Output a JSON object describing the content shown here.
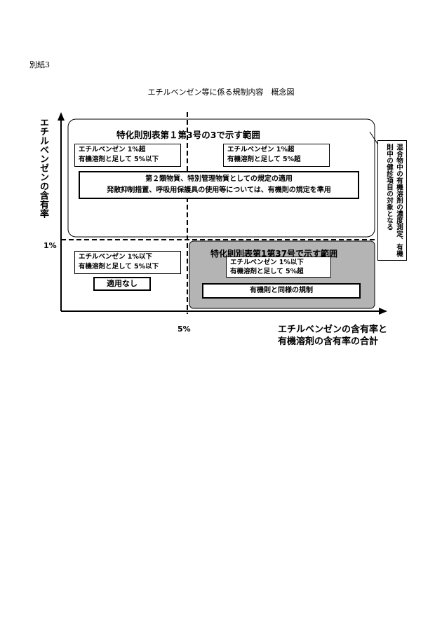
{
  "page": {
    "corner_label": "別紙3",
    "title": "エチルベンゼン等に係る規制内容　概念図"
  },
  "axes": {
    "y_label": "エチルベンゼンの含有率",
    "y_tick": "1%",
    "x_tick": "5%",
    "x_label_line1": "エチルベンゼンの含有率と",
    "x_label_line2": "有機溶剤の含有率の合計"
  },
  "upper_region": {
    "title": "特化則別表第１第3号の3で示す範囲",
    "left_cond": [
      "エチルベンゼン  1%超",
      "有機溶剤と足して  5%以下"
    ],
    "right_cond": [
      "エチルベンゼン  1%超",
      "有機溶剤と足して  5%超"
    ],
    "rule_line1": "第２類物質、特別管理物質としての規定の適用",
    "rule_line2": "発散抑制措置、呼吸用保護具の使用等については、有機則の規定を準用"
  },
  "lower_left": {
    "cond": [
      "エチルベンゼン  1%以下",
      "有機溶剤と足して  5%以下"
    ],
    "status": "適用なし"
  },
  "lower_region": {
    "title": "特化則別表第1第37号で示す範囲",
    "cond": [
      "エチルベンゼン  1%以下",
      "有機溶剤と足して  5%超"
    ],
    "rule": "有機則と同様の規制"
  },
  "side_note": "混合物中の有機溶剤の濃度測定、有機則中の健診項目の対象となる",
  "colors": {
    "shaded_region": "#b4b4b4",
    "line": "#000000"
  }
}
